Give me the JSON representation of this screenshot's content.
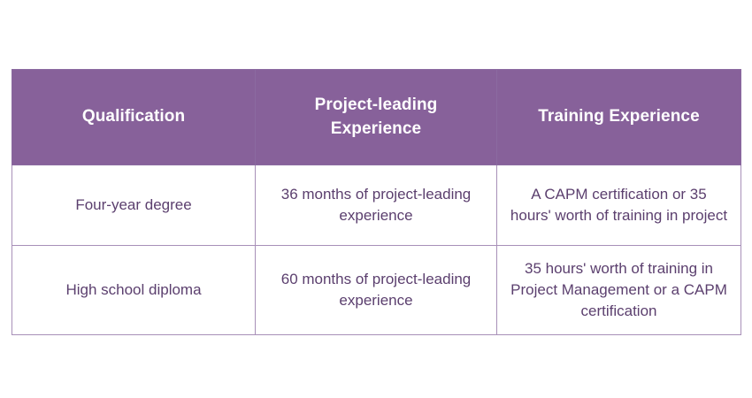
{
  "table": {
    "columns": [
      {
        "key": "qualification",
        "header": "Qualification"
      },
      {
        "key": "experience",
        "header": "Project-leading\nExperience"
      },
      {
        "key": "training",
        "header": "Training Experience"
      }
    ],
    "rows": [
      {
        "qualification": "Four-year degree",
        "experience": "36 months of project-leading experience",
        "training": "A CAPM certification or 35 hours' worth of training in project"
      },
      {
        "qualification": "High school diploma",
        "experience": "60 months of project-leading experience",
        "training": "35 hours' worth of training in Project Management or a CAPM certification"
      }
    ]
  },
  "colors": {
    "header_background": "#87619a",
    "header_text": "#ffffff",
    "body_text": "#5b3f6e",
    "border": "#a890b8",
    "page_background": "#ffffff"
  }
}
